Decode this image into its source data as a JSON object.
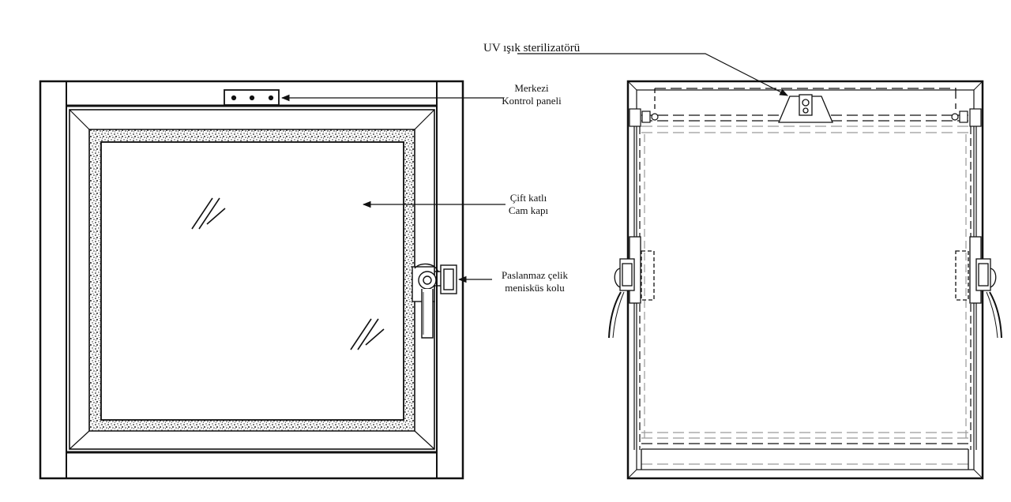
{
  "labels": {
    "uv": "UV ışık sterilizatörü",
    "panel_line1": "Merkezi",
    "panel_line2": "Kontrol paneli",
    "glass_line1": "Çift katlı",
    "glass_line2": "Cam kapı",
    "handle_line1": "Paslanmaz çelik",
    "handle_line2": "menisküs kolu"
  },
  "colors": {
    "stroke": "#111111",
    "dashed": "#9a9a9a",
    "background": "#ffffff"
  }
}
